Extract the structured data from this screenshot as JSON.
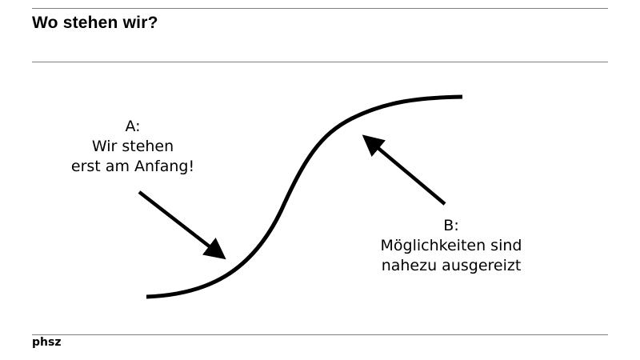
{
  "slide": {
    "title": "Wo stehen wir?",
    "footer": "phsz"
  },
  "diagram": {
    "type": "s-curve",
    "label_a": {
      "line1": "A:",
      "line2": "Wir stehen",
      "line3": "erst am Anfang!"
    },
    "label_b": {
      "line1": "B:",
      "line2": "Möglichkeiten sind",
      "line3": "nahezu ausgereizt"
    },
    "colors": {
      "stroke": "#000000",
      "rule": "#808080",
      "background": "#ffffff"
    }
  }
}
